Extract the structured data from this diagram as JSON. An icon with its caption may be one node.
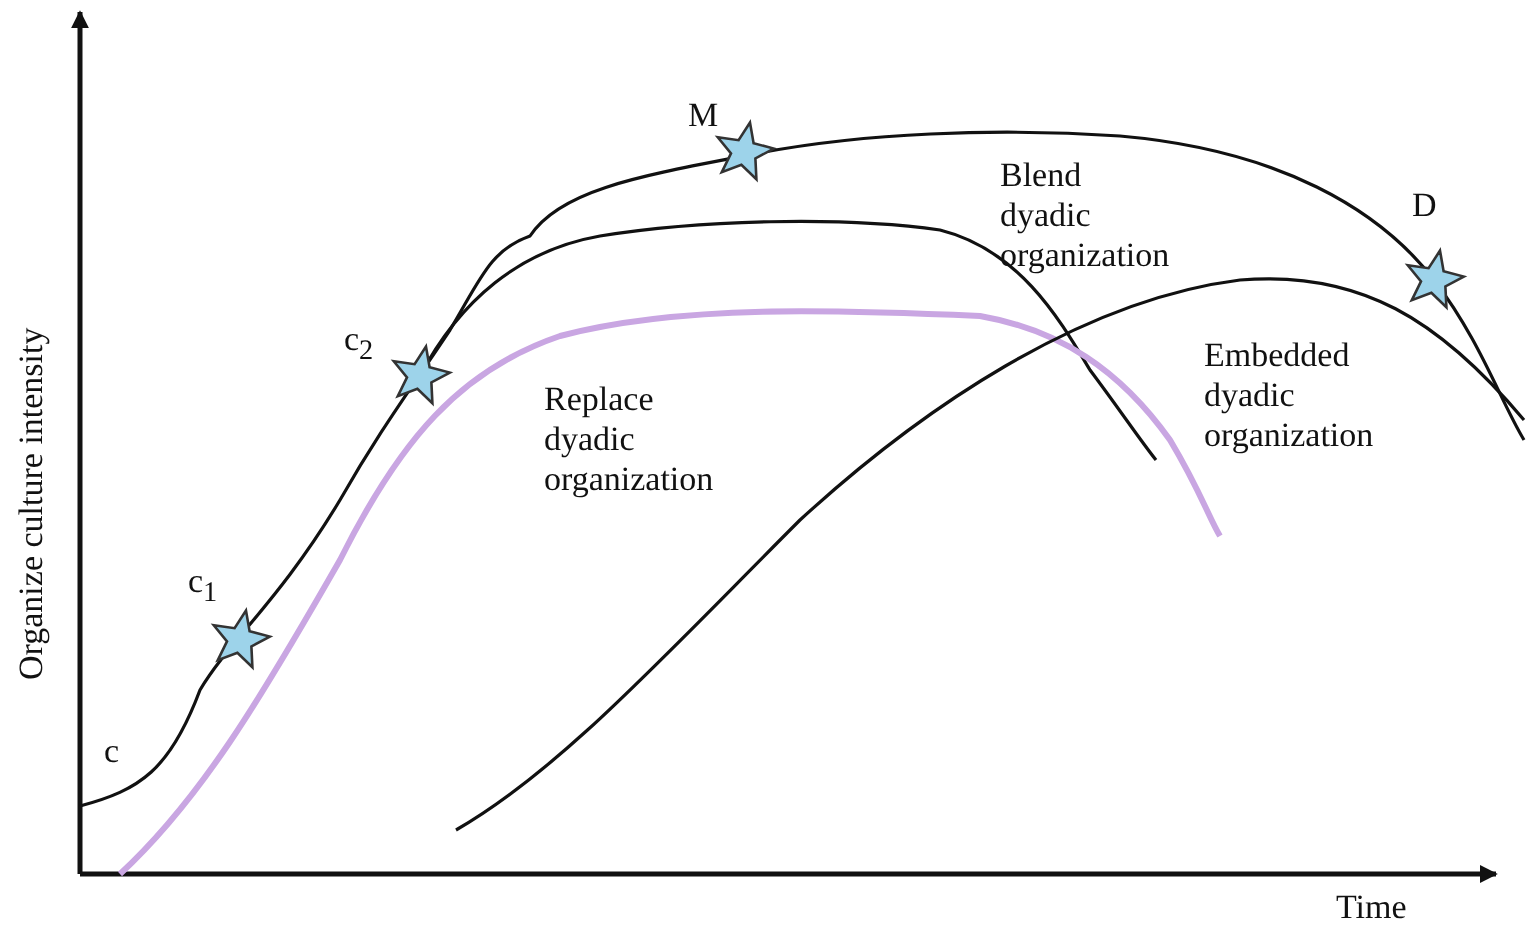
{
  "diagram": {
    "labels": [
      "M",
      "D",
      "c$_{2}$",
      "c$_{1}$",
      "c",
      "Blend dyadic organization",
      "Replace dyadic organization",
      "Embedded dyadic organization",
      "Organize culture intensity",
      "Time"
    ]
  }
}
